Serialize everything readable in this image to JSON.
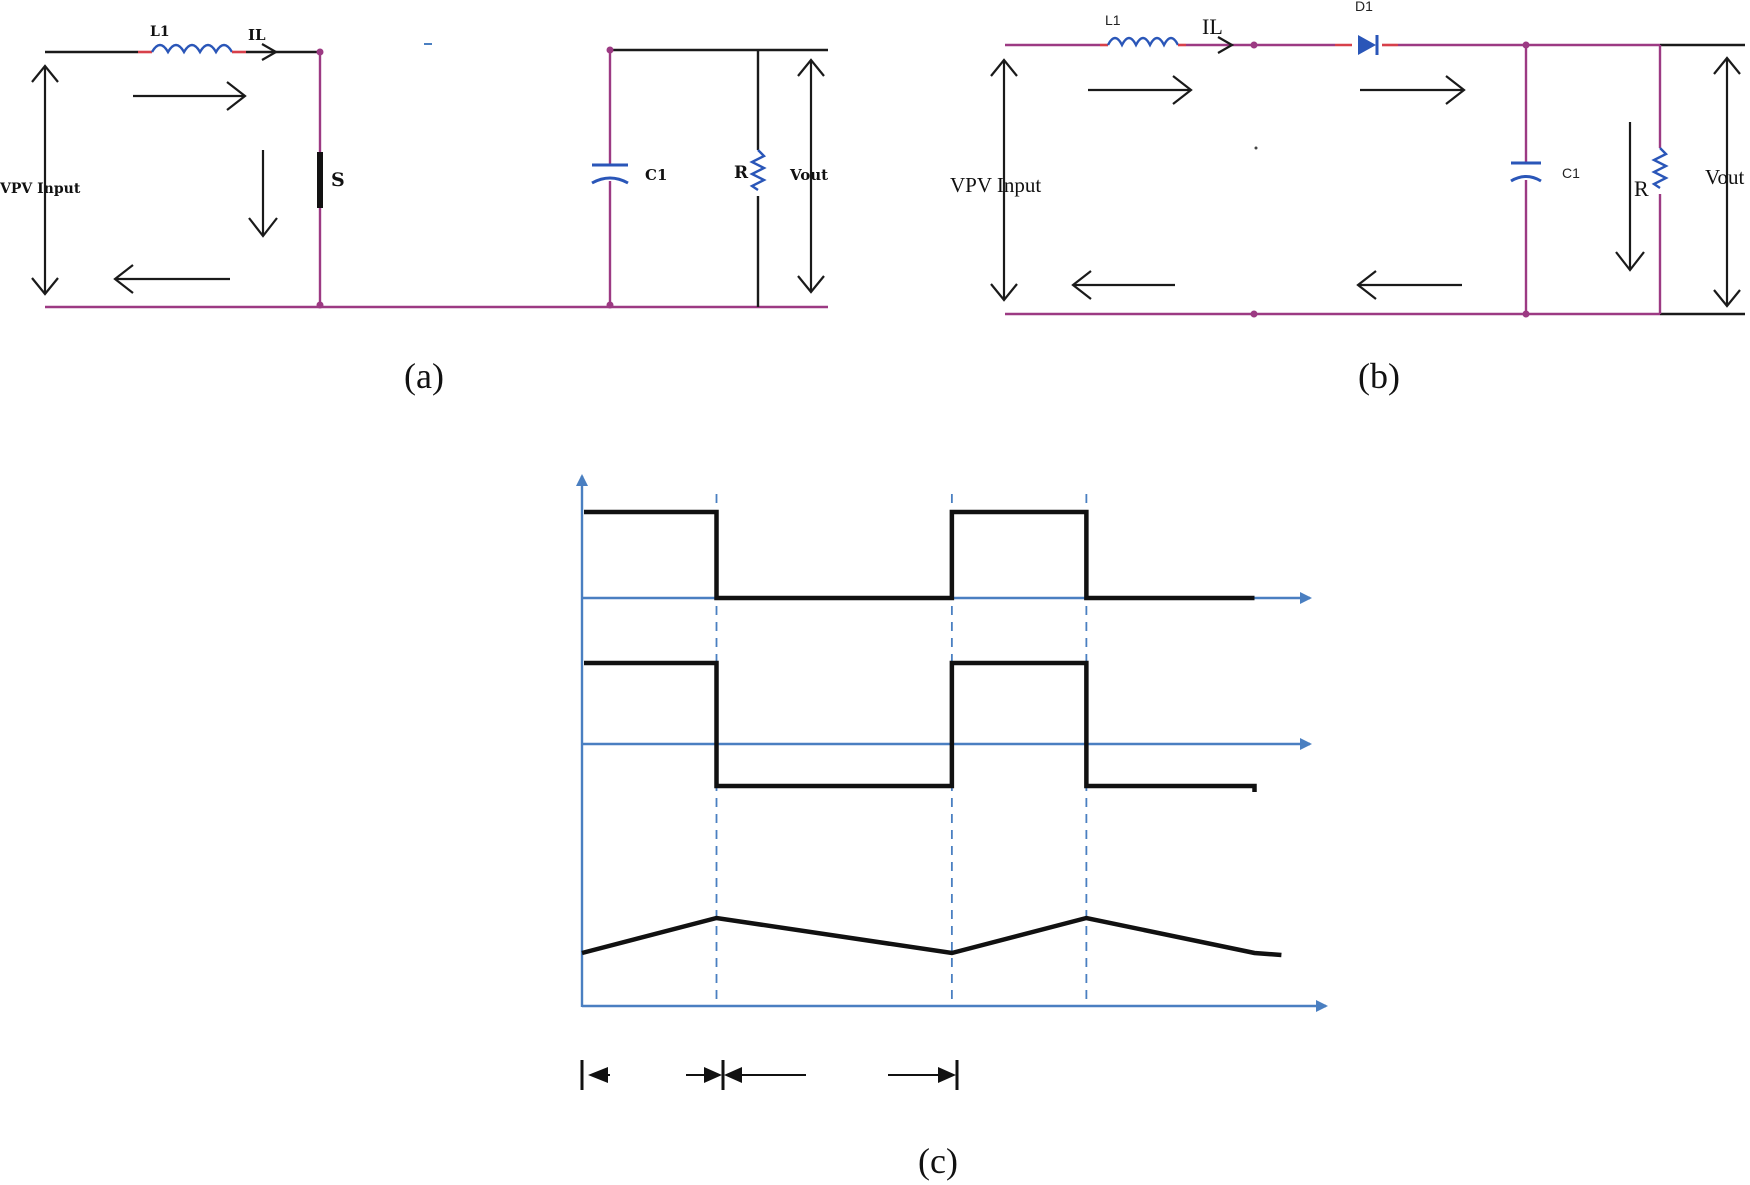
{
  "panel_a": {
    "caption": "(a)",
    "labels": {
      "inductor": "L1",
      "current": "IL",
      "input": "VPV Input",
      "switch": "S",
      "capacitor": "C1",
      "resistor": "R",
      "output": "Vout"
    }
  },
  "panel_b": {
    "caption": "(b)",
    "labels": {
      "inductor": "L1",
      "current": "IL",
      "diode": "D1",
      "input": "VPV Input",
      "capacitor": "C1",
      "resistor": "R",
      "output": "Vout"
    }
  },
  "panel_c": {
    "caption": "(c)",
    "waveforms": {
      "time_points": [
        0,
        1,
        2.75,
        3.75,
        5
      ],
      "switch_state": [
        1,
        0,
        1,
        0
      ],
      "voltage_state": [
        1,
        -1,
        1,
        -1
      ],
      "current_peaks": [
        "low",
        "high",
        "low",
        "high",
        "low"
      ]
    }
  },
  "colors": {
    "axis_blue": "#4a7fc1",
    "wire_purple": "#9c3a83",
    "coil_blue": "#2a56b8",
    "accent_red": "#d7404a"
  }
}
